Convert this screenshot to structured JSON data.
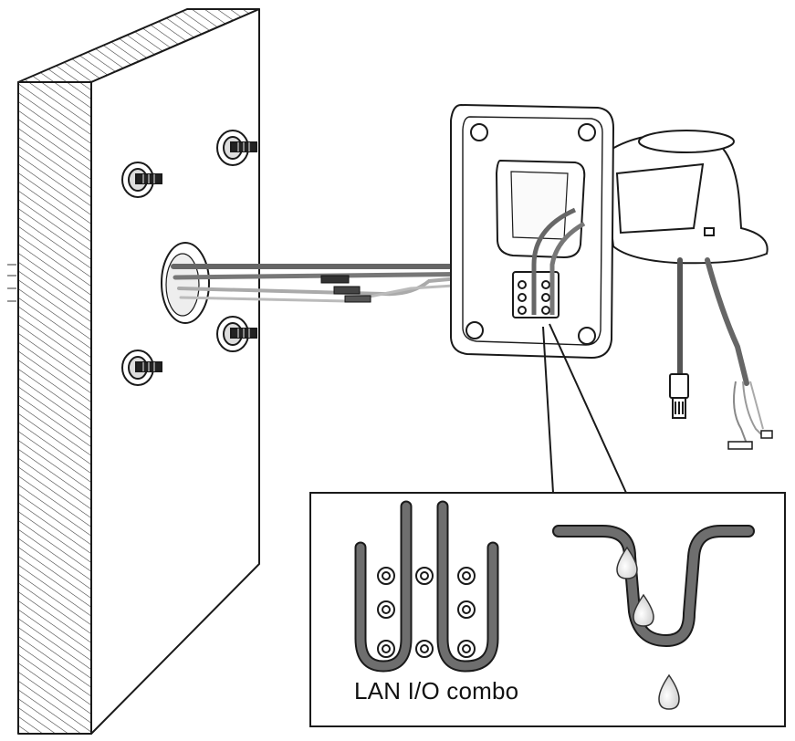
{
  "inset": {
    "caption": "LAN I/O combo"
  },
  "colors": {
    "line": "#1a1a1a",
    "cable": "#6e6e6e",
    "cable_dark": "#4a4a4a",
    "cable_light": "#b0b0b0",
    "panel_fill": "#ffffff",
    "hatch": "#333333"
  },
  "components": {
    "wall": "wall-panel",
    "screws": 4,
    "mount_plate": "bracket-back-plate",
    "dome": "camera-housing",
    "connectors": [
      "rj45-connector-icon",
      "multi-pin-connector-icon"
    ]
  }
}
